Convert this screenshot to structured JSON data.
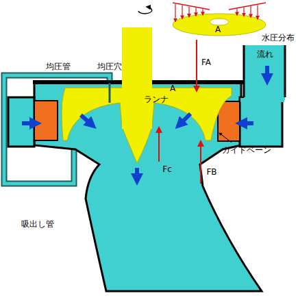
{
  "diagram": {
    "labels": [
      "水圧分布",
      "A",
      "FA",
      "流れ",
      "均圧管",
      "均圧穴",
      "ランナ",
      "A",
      "ガイドベーン",
      "FB",
      "Fc",
      "吸出し管"
    ]
  }
}
